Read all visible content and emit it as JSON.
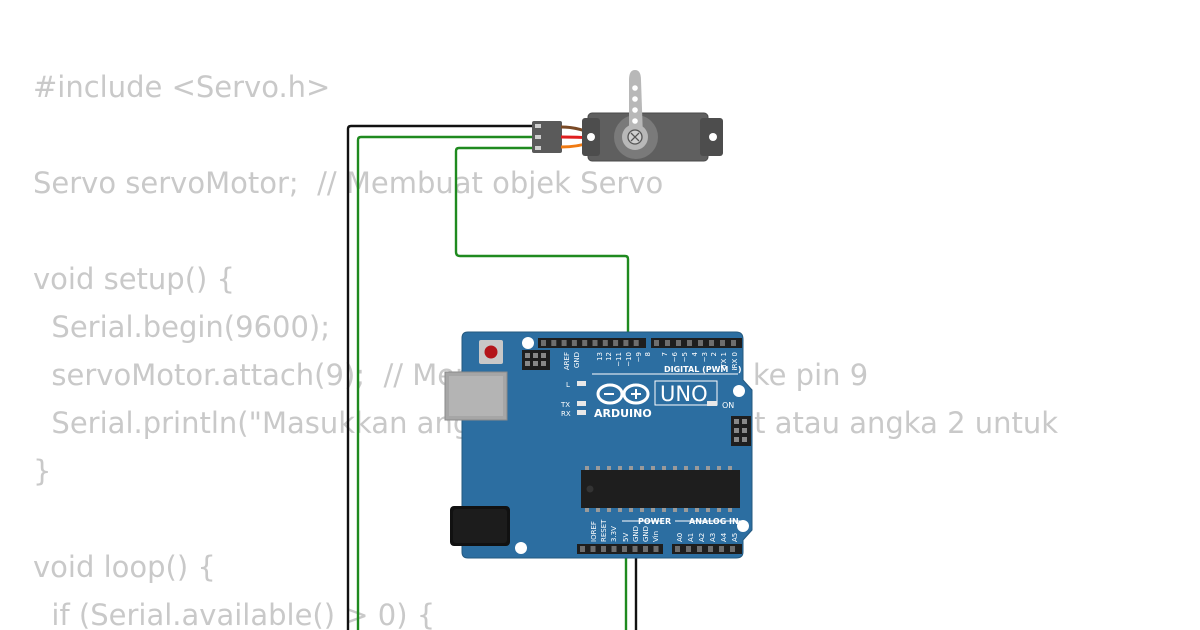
{
  "code": {
    "lines": [
      "#include <Servo.h>",
      "",
      "Servo servoMotor;  // Membuat objek Servo",
      "",
      "void setup() {",
      "  Serial.begin(9600);",
      "  servoMotor.attach(9);  // Menghubungkan servo ke pin 9",
      "  Serial.println(\"Masukkan angka 1 untuk 0 derajat atau angka 2 untuk",
      "}",
      "",
      "void loop() {",
      "  if (Serial.available() > 0) {"
    ]
  },
  "board": {
    "brand": "ARDUINO",
    "model": "UNO",
    "digital_header": "DIGITAL (PWM ~)",
    "power_header": "POWER",
    "analog_header": "ANALOG IN",
    "on_label": "ON",
    "l_label": "L",
    "tx_label": "TX",
    "rx_label": "RX",
    "top_pins": [
      "AREF",
      "GND",
      "13",
      "12",
      "~11",
      "~10",
      "~9",
      "8",
      "7",
      "~6",
      "~5",
      "4",
      "~3",
      "2",
      "TX 1",
      "RX 0"
    ],
    "power_pins": [
      "IOREF",
      "RESET",
      "3.3V",
      "5V",
      "GND",
      "GND",
      "Vin"
    ],
    "analog_pins": [
      "A0",
      "A1",
      "A2",
      "A3",
      "A4",
      "A5"
    ]
  },
  "colors": {
    "board": "#2c6ea1",
    "board_dark": "#24597f",
    "wire_signal": "#1f8a1f",
    "wire_ground": "#111111",
    "code_text": "#c9c9c9",
    "servo_body": "#5f5f5f",
    "servo_horn": "#b8b8b8"
  }
}
